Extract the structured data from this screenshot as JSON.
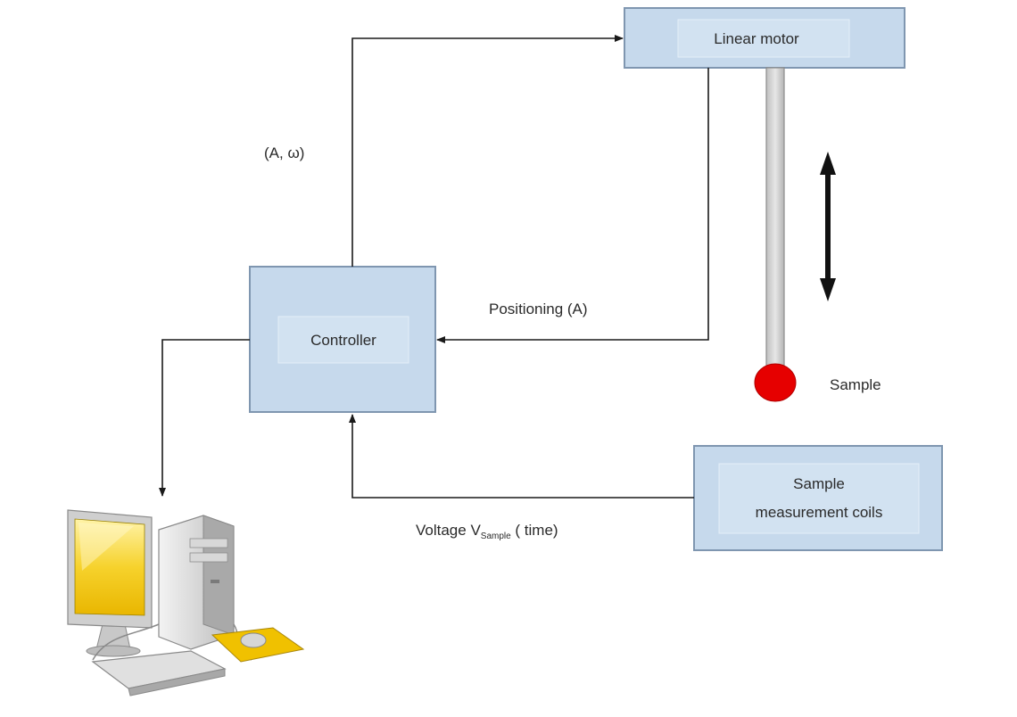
{
  "blocks": {
    "linear_motor": "Linear motor",
    "controller": "Controller",
    "coils_line1": "Sample",
    "coils_line2": "measurement coils"
  },
  "labels": {
    "amplitude_frequency": "(A, ω)",
    "positioning": "Positioning (A)",
    "voltage_prefix": "Voltage V",
    "voltage_subscript": "Sample",
    "voltage_suffix": " ( time)",
    "sample": "Sample"
  },
  "colors": {
    "block_fill": "#c6d9ec",
    "block_border": "#7f96b0",
    "sample_ball": "#e60000",
    "rod": "#d4d4d4",
    "monitor_screen": "#f2c200"
  },
  "icons": [
    "computer-icon",
    "up-down-arrow-icon"
  ]
}
